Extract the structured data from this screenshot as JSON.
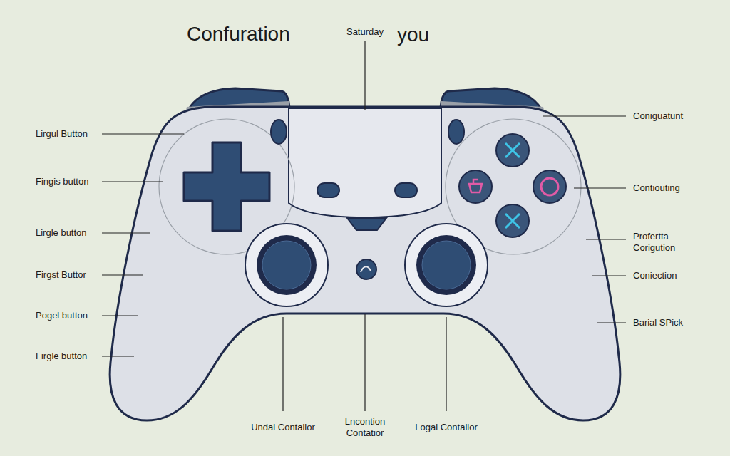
{
  "diagram": {
    "title": "Confuration",
    "labels": [
      "Saturday",
      "you",
      "Lirgul Button",
      "Fingis button",
      "Lirgle button",
      "Firgst Buttor",
      "Pogel button",
      "Firgle button",
      "Coniguatunt",
      "Contiouting",
      "Profertta Corigution",
      "Coniection",
      "Barial SPick",
      "Undal Contallor",
      "Lncontion Contatior",
      "Logal Contallor"
    ]
  }
}
